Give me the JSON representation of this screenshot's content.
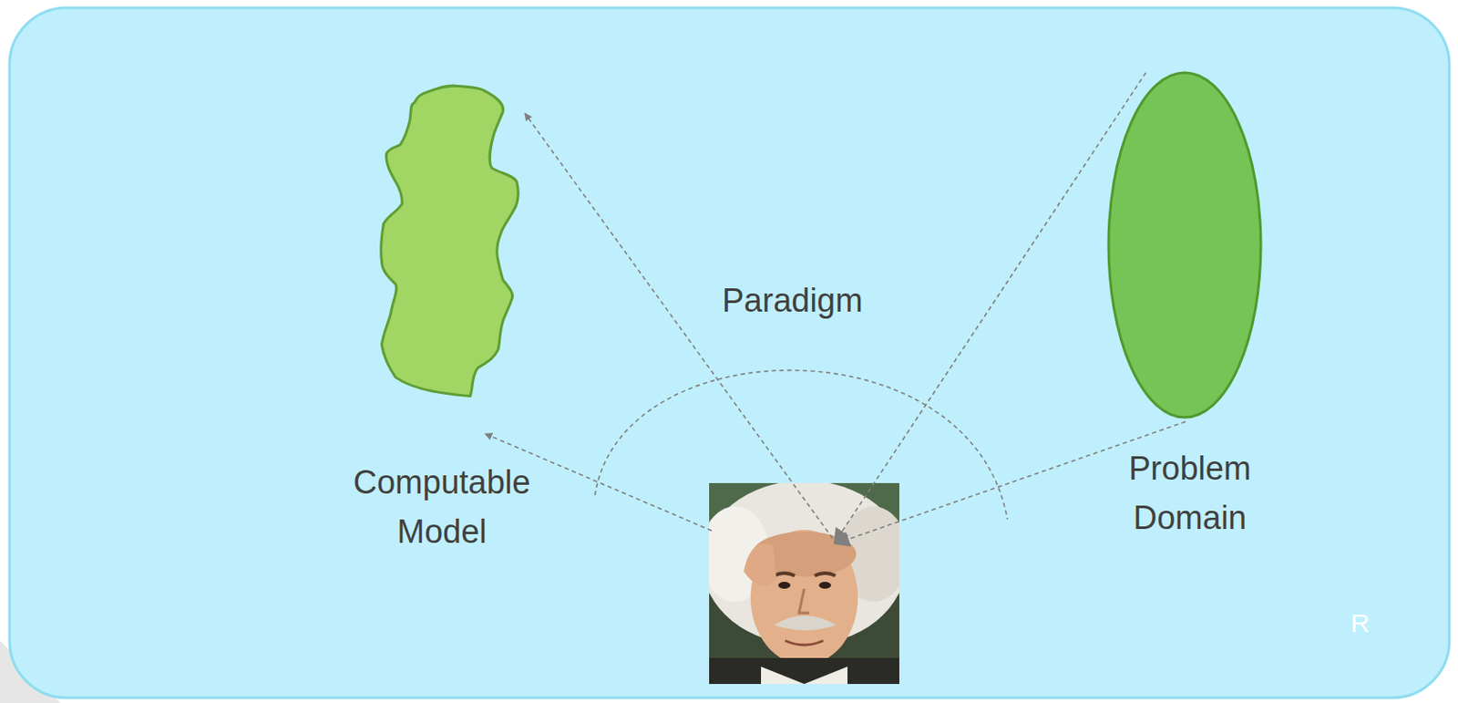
{
  "diagram": {
    "nodes": [
      {
        "text": [
          "Computable Model"
        ]
      },
      {
        "text": [
          "Problem Domain"
        ]
      }
    ],
    "labels": [
      "Paradigm",
      "R"
    ]
  }
}
